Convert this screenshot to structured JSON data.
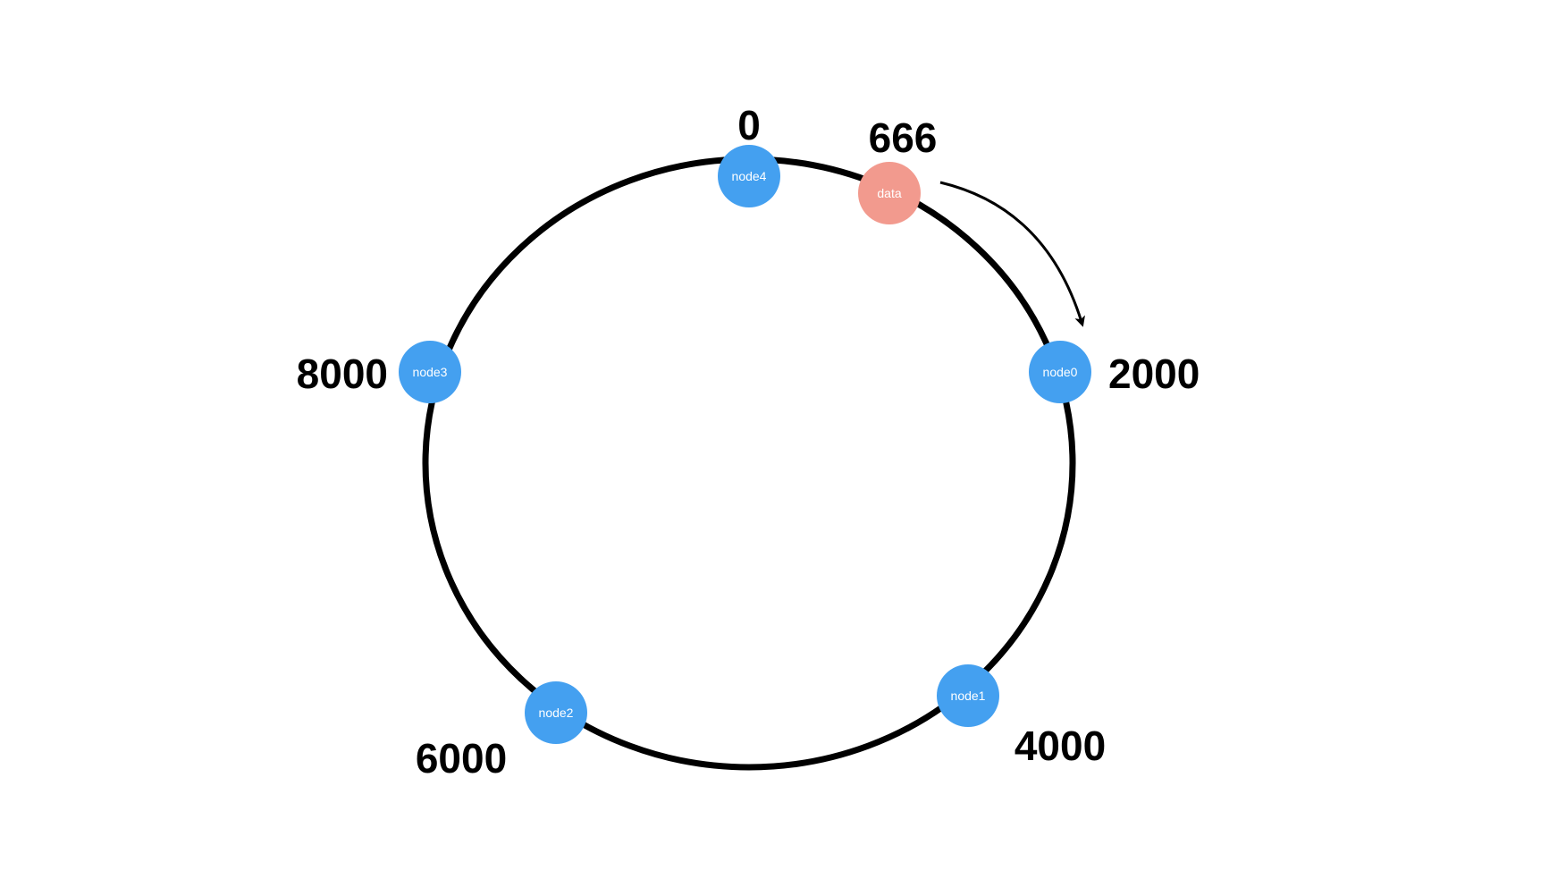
{
  "colors": {
    "ring": "#000000",
    "node_fill": "#44a0f0",
    "data_fill": "#f29a8e",
    "node_text": "#ffffff",
    "label_text": "#000000",
    "arrow": "#000000"
  },
  "nodes": [
    {
      "id": "node4",
      "label": "node4",
      "position_label": "0"
    },
    {
      "id": "node0",
      "label": "node0",
      "position_label": "2000"
    },
    {
      "id": "node1",
      "label": "node1",
      "position_label": "4000"
    },
    {
      "id": "node2",
      "label": "node2",
      "position_label": "6000"
    },
    {
      "id": "node3",
      "label": "node3",
      "position_label": "8000"
    }
  ],
  "data_item": {
    "label": "data",
    "position_label": "666"
  },
  "arrow": {
    "from": "data",
    "to": "node0"
  }
}
